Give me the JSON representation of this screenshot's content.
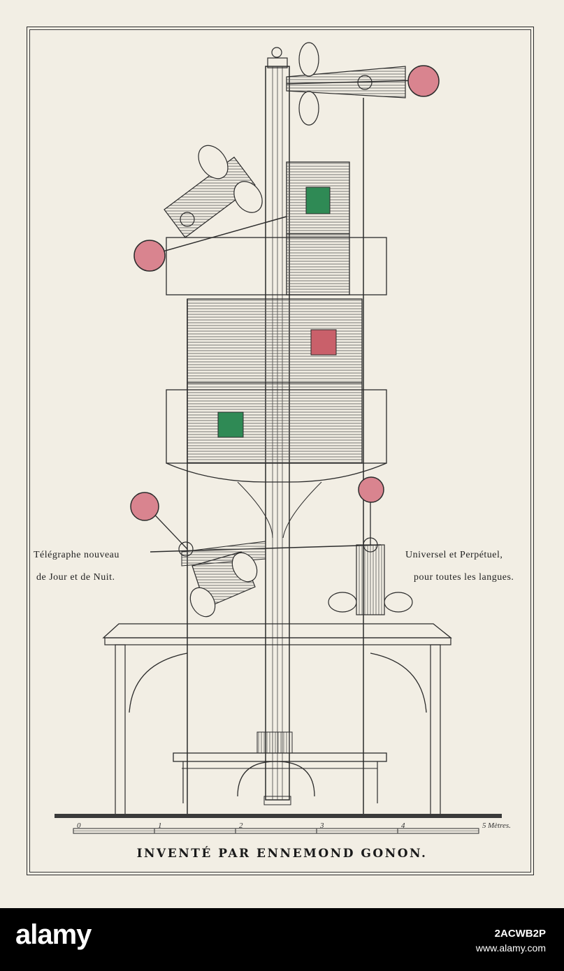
{
  "plate": {
    "caption_left_1": "Télégraphe nouveau",
    "caption_left_2": "de Jour et de Nuit.",
    "caption_right_1": "Universel et Perpétuel,",
    "caption_right_2": "pour toutes les langues.",
    "title": "INVENTÉ PAR ENNEMOND GONON.",
    "scale": {
      "ticks": [
        "0",
        "1",
        "2",
        "3",
        "4",
        "5"
      ],
      "unit": "Mètres."
    }
  },
  "colors": {
    "paper": "#f2eee4",
    "ink": "#2b2b2b",
    "red_lamp": "#d9848f",
    "green_panel": "#2f8a55",
    "red_panel": "#c9606a"
  },
  "footer": {
    "brand": "alamy",
    "image_id": "2ACWB2P",
    "site": "www.alamy.com"
  }
}
